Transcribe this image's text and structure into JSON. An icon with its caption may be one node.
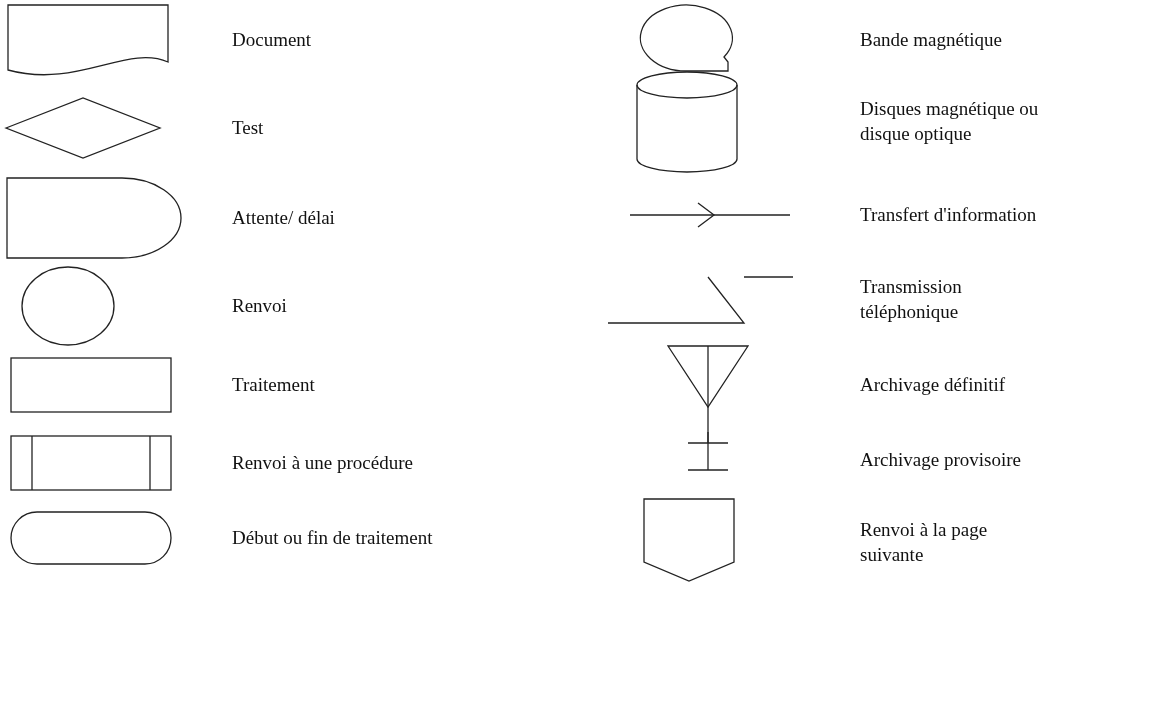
{
  "diagram": {
    "nodes": [
      {
        "text": [],
        "shape": "document"
      },
      {
        "text": [],
        "shape": "diamond"
      },
      {
        "text": [],
        "shape": "delay"
      },
      {
        "text": [],
        "shape": "circle"
      },
      {
        "text": [],
        "shape": "box"
      },
      {
        "text": [],
        "shape": "subroutine"
      },
      {
        "text": [],
        "shape": "terminal"
      },
      {
        "text": [],
        "shape": "tape"
      },
      {
        "text": [],
        "shape": "cylinder"
      },
      {
        "text": [],
        "shape": "arrow"
      },
      {
        "text": [],
        "shape": "lightning"
      },
      {
        "text": [],
        "shape": "archive"
      },
      {
        "text": [],
        "shape": "stem"
      },
      {
        "text": [],
        "shape": "pentagon"
      }
    ],
    "labels": [
      "Document",
      "Bande magnétique",
      "Test",
      "Disques magnétique ou disque optique",
      "Attente/ délai",
      "Transfert d'information",
      "Renvoi",
      "Transmission téléphonique",
      "Traitement",
      "Archivage définitif",
      "Renvoi à une procédure",
      "Archivage provisoire",
      "Début ou fin de traitement",
      "Renvoi à la page suivante"
    ]
  }
}
